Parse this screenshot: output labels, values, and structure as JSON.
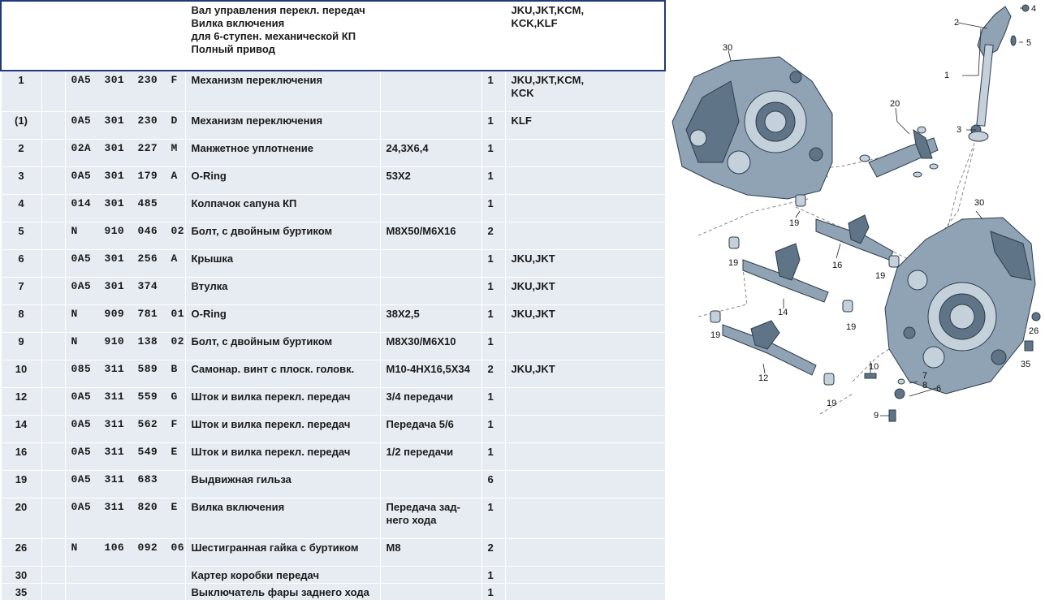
{
  "header": {
    "title_lines": "Вал управления перекл. передач\nВилка включения\nдля 6-ступен. механической КП\nПолный привод",
    "codes": "JKU,JKT,KCM,\nKCK,KLF"
  },
  "rows": [
    {
      "pos": "1",
      "part": "0A5  301  230  F",
      "name": "Механизм переключения",
      "spec": "",
      "qty": "1",
      "codes": "JKU,JKT,KCM,\nKCK"
    },
    {
      "pos": "(1)",
      "part": "0A5  301  230  D",
      "name": "Механизм переключения",
      "spec": "",
      "qty": "1",
      "codes": "KLF"
    },
    {
      "pos": "2",
      "part": "02A  301  227  M",
      "name": "Манжетное уплотнение",
      "spec": "24,3X6,4",
      "qty": "1",
      "codes": ""
    },
    {
      "pos": "3",
      "part": "0A5  301  179  A",
      "name": "O-Ring",
      "spec": "53X2",
      "qty": "1",
      "codes": ""
    },
    {
      "pos": "4",
      "part": "014  301  485",
      "name": "Колпачок сапуна КП",
      "spec": "",
      "qty": "1",
      "codes": ""
    },
    {
      "pos": "5",
      "part": "N    910  046  02",
      "name": "Болт, с двойным буртиком",
      "spec": "M8X50/M6X16",
      "qty": "2",
      "codes": ""
    },
    {
      "pos": "6",
      "part": "0A5  301  256  A",
      "name": "Крышка",
      "spec": "",
      "qty": "1",
      "codes": "JKU,JKT"
    },
    {
      "pos": "7",
      "part": "0A5  301  374",
      "name": "Втулка",
      "spec": "",
      "qty": "1",
      "codes": "JKU,JKT"
    },
    {
      "pos": "8",
      "part": "N    909  781  01",
      "name": "O-Ring",
      "spec": "38X2,5",
      "qty": "1",
      "codes": "JKU,JKT"
    },
    {
      "pos": "9",
      "part": "N    910  138  02",
      "name": "Болт, с двойным буртиком",
      "spec": "M8X30/M6X10",
      "qty": "1",
      "codes": ""
    },
    {
      "pos": "10",
      "part": "085  311  589  B",
      "name": "Самонар. винт с плоск. головк.",
      "spec": "M10-4HX16,5X34",
      "qty": "2",
      "codes": "JKU,JKT"
    },
    {
      "pos": "12",
      "part": "0A5  311  559  G",
      "name": "Шток и вилка перекл. передач",
      "spec": "3/4 передачи",
      "qty": "1",
      "codes": ""
    },
    {
      "pos": "14",
      "part": "0A5  311  562  F",
      "name": "Шток и вилка перекл. передач",
      "spec": "Передача 5/6",
      "qty": "1",
      "codes": ""
    },
    {
      "pos": "16",
      "part": "0A5  311  549  E",
      "name": "Шток и вилка перекл. передач",
      "spec": "1/2 передачи",
      "qty": "1",
      "codes": ""
    },
    {
      "pos": "19",
      "part": "0A5  311  683",
      "name": "Выдвижная гильза",
      "spec": "",
      "qty": "6",
      "codes": ""
    },
    {
      "pos": "20",
      "part": "0A5  311  820  E",
      "name": "Вилка включения",
      "spec": "Передача зад-\nнего хода",
      "qty": "1",
      "codes": ""
    },
    {
      "pos": "26",
      "part": "N    106  092  06",
      "name": "Шестигранная гайка с буртиком",
      "spec": "M8",
      "qty": "2",
      "codes": ""
    },
    {
      "pos": "30",
      "part": "",
      "name": "Картер коробки передач",
      "spec": "",
      "qty": "1",
      "codes": ""
    },
    {
      "pos": "35",
      "part": "",
      "name": "Выключатель фары заднего хода",
      "spec": "",
      "qty": "1",
      "codes": ""
    }
  ],
  "diagram": {
    "callouts": [
      "1",
      "2",
      "3",
      "4",
      "5",
      "6",
      "7",
      "8",
      "9",
      "10",
      "12",
      "14",
      "16",
      "19",
      "20",
      "26",
      "30",
      "35"
    ]
  }
}
